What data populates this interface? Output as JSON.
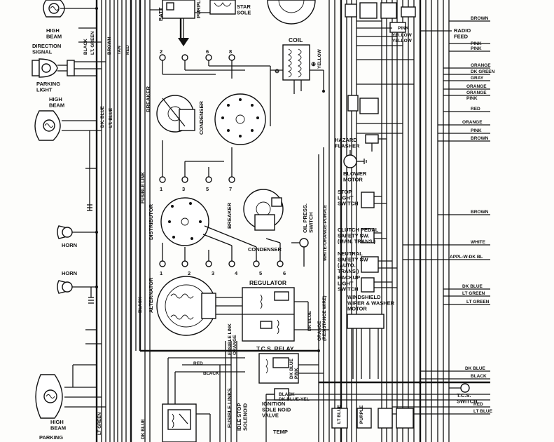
{
  "components": {
    "high_beam_top": "HIGH\nBEAM",
    "direction_signal": "DIRECTION\nSIGNAL",
    "parking_light": "PARKING\nLIGHT",
    "high_beam_mid": "HIGH\nBEAM",
    "horn_1": "HORN",
    "horn_2": "HORN",
    "high_beam_bottom": "HIGH\nBEAM",
    "parking_bottom": "PARKING",
    "battery": "BATT",
    "starter_solenoid": "STAR\nSOLE",
    "coil": "COIL",
    "breaker_top": "BREAKER",
    "condenser_top": "CONDENSER",
    "distributor": "DISTRIBUTOR",
    "breaker_mid": "BREAKER",
    "condenser_mid": "CONDENSER",
    "oil_press_switch": "OIL PRESS.\nSWITCH",
    "alternator": "ALTERNATOR",
    "regulator": "REGULATOR",
    "tcs_relay": "T.C.S. RELAY",
    "ignition_solenoid_valve": "IGNITION\nSOLE NOID\nVALVE",
    "temp": "TEMP",
    "hazard_flasher": "HAZARD\nFLASHER",
    "blower_motor": "BLOWER\nMOTOR",
    "stop_light_switch": "STOP\nLIGHT\nSWITCH",
    "clutch_pedal_switch": "CLUTCH PEDAL\nSAFETY SW.\n(MAN. TRANS.)",
    "neutral_safety_switch": "NEUTRAL\nSAFETY SW\n(AUTO.\nTRANS.)",
    "backup_light_switch": "BACKUP\nLIGHT\nSWITCH",
    "windshield_wiper_motor": "WINDSHIELD\nWIPER & WASHER\nMOTOR",
    "tcs_switch": "T.C.S.\nSWITCH",
    "radio_feed": "RADIO\nFEED",
    "purple": "PURPLE",
    "fusible_links": "FUSIBLE LINKS",
    "idle_stop_solenoid": "IDLE STOP\nSOLENOID"
  },
  "wire_labels": {
    "black": "BLACK",
    "lt_green": "LT. GREEN",
    "brown": "BROWN",
    "tan": "TAN",
    "red": "RED",
    "dk_blue": "DK. BLUE",
    "lt_blue": "LT. BLUE",
    "fusible_link": "FUSIBLE LINK",
    "yellow": "YELLOW",
    "pink": "PINK",
    "orange": "ORANGE",
    "dk_green": "DK GREEN",
    "gray": "GRAY",
    "white": "WHITE",
    "appl_w_dk_bl": "APPL-W-DK BL",
    "white_orange_purple": "WHITE-ORANGE-PURPLE",
    "orange_resistance_wire": "ORANGE\n(RESISTANCE WIRE)",
    "dk_blue_short": "DK BLUE",
    "fusible_link_orange": "FUSIBLE LINK\nORANGE",
    "black_dk_blue_yel": "BLACK\nDK BLUE-YEL",
    "dk_blue_pink": "DK BLUE\nPINK",
    "lt_green_cap": "LT GREEN",
    "dk_blue_cap": "DK BLUE",
    "black_cap": "BLACK",
    "lt_blue_cap": "LT BLUE",
    "purple_cap": "PURPLE"
  },
  "right_column": [
    "BROWN",
    "PINK",
    "YELLOW",
    "YELLOW",
    "PINK",
    "PINK",
    "ORANGE",
    "DK GREEN",
    "GRAY",
    "ORANGE",
    "ORANGE",
    "PINK",
    "RED",
    "ORANGE",
    "PINK",
    "BROWN",
    "BROWN",
    "WHITE",
    "APPL-W-DK BL",
    "DK BLUE",
    "LT GREEN",
    "LT GREEN",
    "DK BLUE",
    "BLACK",
    "RED",
    "LT BLUE"
  ],
  "numbers": {
    "coil_minus": "⊖",
    "coil_plus": "⊕",
    "d1": "1",
    "d2": "2",
    "d3": "3",
    "d4": "4",
    "d5": "5",
    "d6": "6",
    "d7": "7",
    "d8": "8"
  }
}
